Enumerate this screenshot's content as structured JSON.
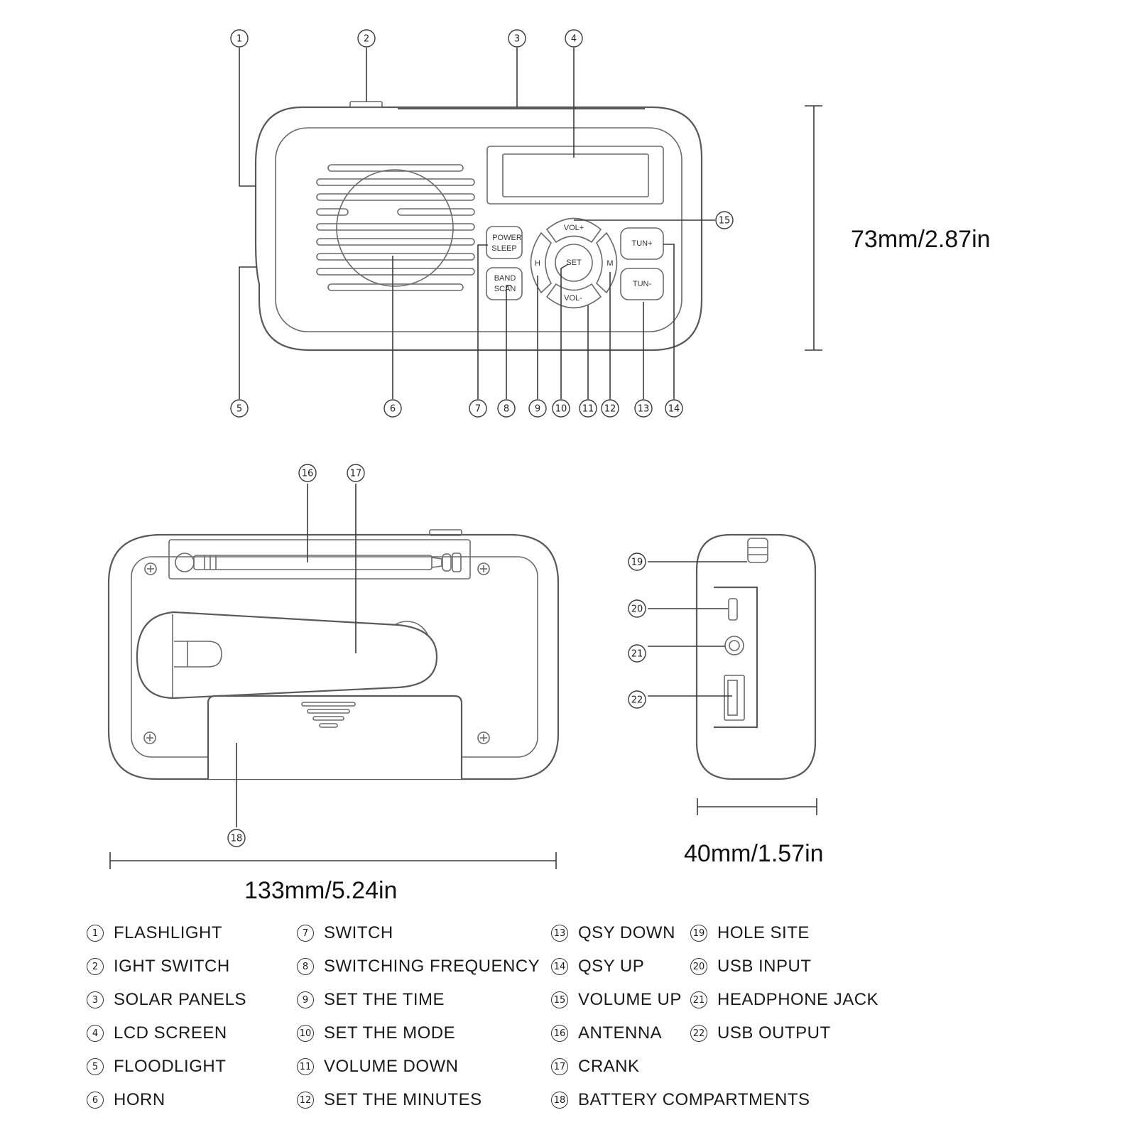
{
  "callouts": [
    "1",
    "2",
    "3",
    "4",
    "5",
    "6",
    "7",
    "8",
    "9",
    "10",
    "11",
    "12",
    "13",
    "14",
    "15",
    "16",
    "17",
    "18",
    "19",
    "20",
    "21",
    "22"
  ],
  "buttons": {
    "power_sleep": [
      "POWER",
      "SLEEP"
    ],
    "band_scan": [
      "BAND",
      "SCAN"
    ],
    "vol_up": "VOL+",
    "vol_down": "VOL-",
    "set": "SET",
    "h": "H",
    "m": "M",
    "tun_up": "TUN+",
    "tun_down": "TUN-"
  },
  "dimensions": {
    "height": "73mm/2.87in",
    "width": "133mm/5.24in",
    "depth": "40mm/1.57in"
  },
  "legend": [
    [
      {
        "num": "1",
        "label": "FLASHLIGHT"
      },
      {
        "num": "2",
        "label": "IGHT SWITCH"
      },
      {
        "num": "3",
        "label": "SOLAR PANELS"
      },
      {
        "num": "4",
        "label": "LCD SCREEN"
      },
      {
        "num": "5",
        "label": "FLOODLIGHT"
      },
      {
        "num": "6",
        "label": "HORN"
      }
    ],
    [
      {
        "num": "7",
        "label": "SWITCH"
      },
      {
        "num": "8",
        "label": "SWITCHING FREQUENCY"
      },
      {
        "num": "9",
        "label": "SET THE TIME"
      },
      {
        "num": "10",
        "label": "SET THE MODE"
      },
      {
        "num": "11",
        "label": "VOLUME DOWN"
      },
      {
        "num": "12",
        "label": "SET THE MINUTES"
      }
    ],
    [
      {
        "num": "13",
        "label": "QSY DOWN"
      },
      {
        "num": "14",
        "label": "QSY UP"
      },
      {
        "num": "15",
        "label": "VOLUME UP"
      },
      {
        "num": "16",
        "label": "ANTENNA"
      },
      {
        "num": "17",
        "label": "CRANK"
      },
      {
        "num": "18",
        "label": "BATTERY COMPARTMENTS"
      }
    ],
    [
      {
        "num": "19",
        "label": "HOLE SITE"
      },
      {
        "num": "20",
        "label": "USB INPUT"
      },
      {
        "num": "21",
        "label": "HEADPHONE JACK"
      },
      {
        "num": "22",
        "label": "USB OUTPUT"
      }
    ]
  ]
}
